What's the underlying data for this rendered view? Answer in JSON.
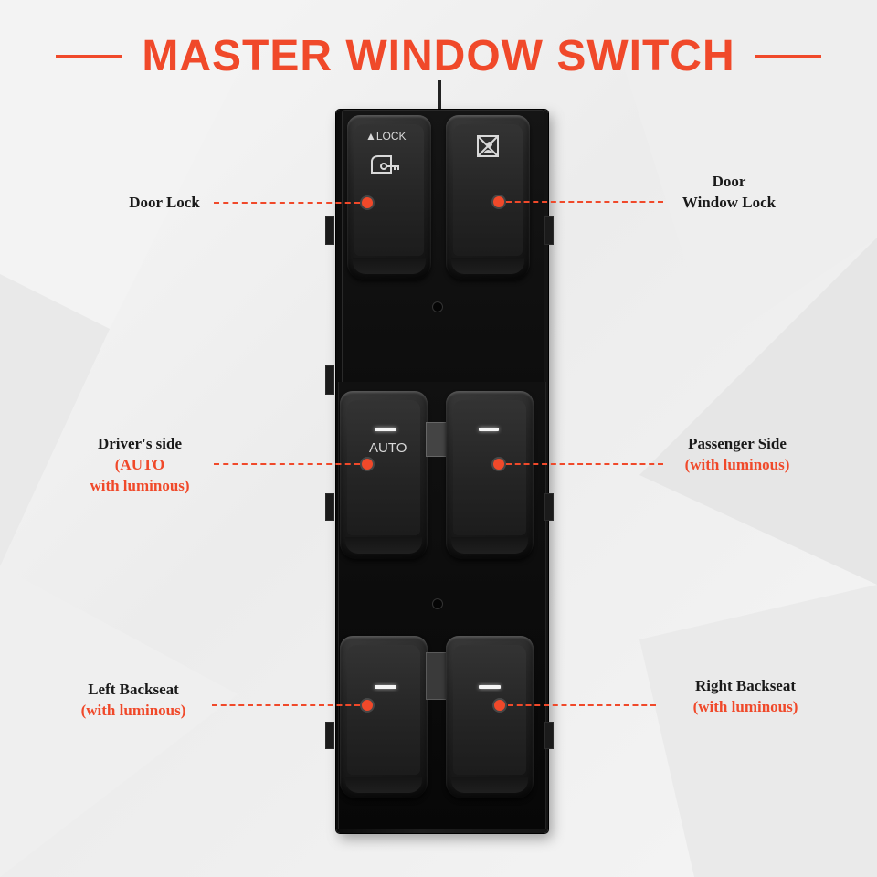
{
  "title": "MASTER WINDOW SWITCH",
  "buttons": {
    "door_lock": {
      "caption": "▲LOCK"
    },
    "driver": {
      "caption": "AUTO"
    }
  },
  "callouts": {
    "door_lock": {
      "line1": "Door Lock"
    },
    "window_lock": {
      "line1": "Door",
      "line2": "Window Lock"
    },
    "driver": {
      "line1": "Driver's side",
      "line2": "(AUTO",
      "line3": "with luminous)"
    },
    "passenger": {
      "line1": "Passenger Side",
      "line2": "(with luminous)"
    },
    "left_back": {
      "line1": "Left Backseat",
      "line2": "(with luminous)"
    },
    "right_back": {
      "line1": "Right Backseat",
      "line2": "(with luminous)"
    }
  },
  "colors": {
    "accent": "#f0492a",
    "switch": "#111111",
    "text": "#1a1a1a"
  }
}
